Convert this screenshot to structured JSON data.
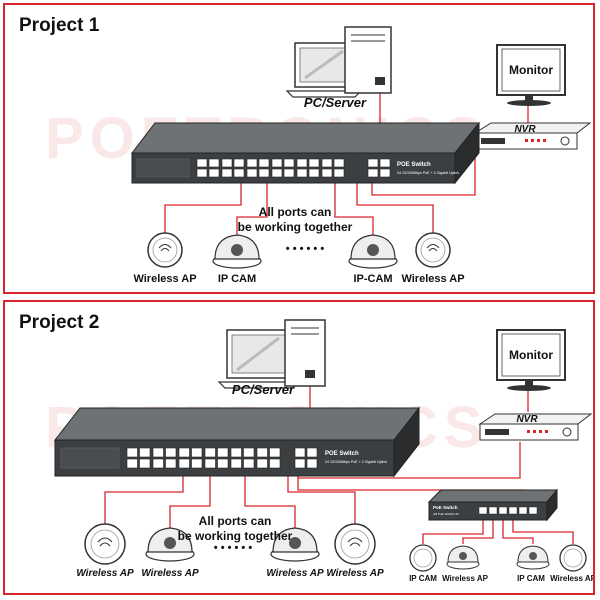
{
  "watermark": "POETRONICS",
  "project1": {
    "title": "Project 1",
    "pc_label": "PC/Server",
    "monitor_label": "Monitor",
    "nvr_label": "NVR",
    "switch_title": "POE Switch",
    "switch_subtitle": "24 10/100Mbps PoE + 2 Gigabit Uplink",
    "note_line1": "All ports can",
    "note_line2": "be working together",
    "ellipsis": "• • • • • •",
    "devices": [
      "Wireless AP",
      "IP CAM",
      "IP-CAM",
      "Wireless AP"
    ]
  },
  "project2": {
    "title": "Project 2",
    "pc_label": "PC/Server",
    "monitor_label": "Monitor",
    "nvr_label": "NVR",
    "switch_title": "POE Switch",
    "switch_subtitle": "24 10/100Mbps PoE + 2 Gigabit Uplink",
    "small_switch_title": "PoE Switch",
    "small_switch_subtitle": "4/8 PoE 10/100 UP",
    "note_line1": "All ports can",
    "note_line2": "be working together",
    "ellipsis": "• • • • • •",
    "devices": [
      "Wireless AP",
      "Wireless AP",
      "Wireless AP",
      "Wireless AP"
    ],
    "small_devices": [
      "IP CAM",
      "Wireless AP",
      "IP CAM",
      "Wireless AP"
    ]
  },
  "colors": {
    "border": "#d9262c",
    "cable": "#d9262c",
    "device": "#333333"
  }
}
